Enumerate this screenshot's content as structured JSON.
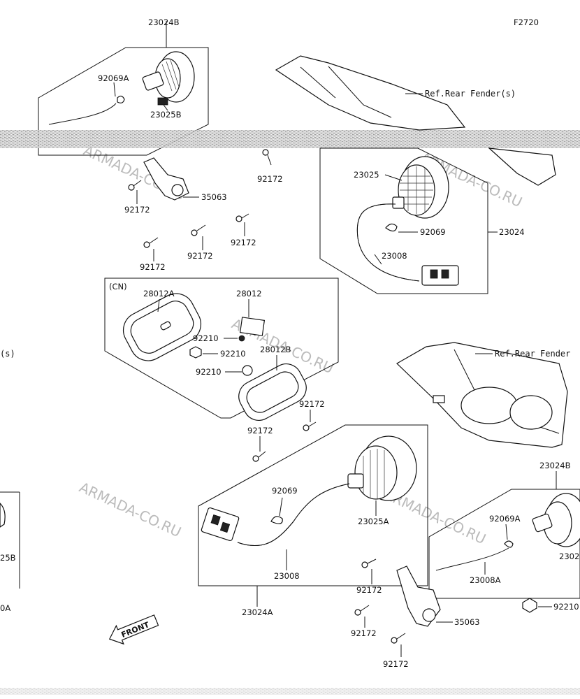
{
  "figure_code": "F2720",
  "watermark": "ARMADA-CO.RU",
  "front_label": "FRONT",
  "cn_label": "(CN)",
  "references": {
    "rear_fender_top": "Ref.Rear Fender(s)",
    "rear_fender_mid": "Ref.Rear Fender",
    "left_partial": "(s)"
  },
  "labels": {
    "p23024B_top": "23024B",
    "p92069A_top": "92069A",
    "p23025B_top": "23025B",
    "p35063_top": "35063",
    "p92172_a": "92172",
    "p92172_b": "92172",
    "p92172_c": "92172",
    "p92172_d": "92172",
    "p92172_e": "92172",
    "p23025": "23025",
    "p92069": "92069",
    "p23024": "23024",
    "p23008": "23008",
    "p28012A": "28012A",
    "p28012": "28012",
    "p92210_a": "92210",
    "p92210_b": "92210",
    "p92210_c": "92210",
    "p28012B": "28012B",
    "p92172_f": "92172",
    "p92172_g": "92172",
    "p92069_b": "92069",
    "p23025A": "23025A",
    "p23008_b": "23008",
    "p23024A": "23024A",
    "p23024B_right": "23024B",
    "p92069A_right": "92069A",
    "p2302_right": "2302",
    "p23008A": "23008A",
    "p92210_right": "92210",
    "p92172_h": "92172",
    "p35063_bottom": "35063",
    "p92172_i": "92172",
    "p92172_j": "92172",
    "p25B_left": "25B",
    "p0A_left": "0A"
  }
}
